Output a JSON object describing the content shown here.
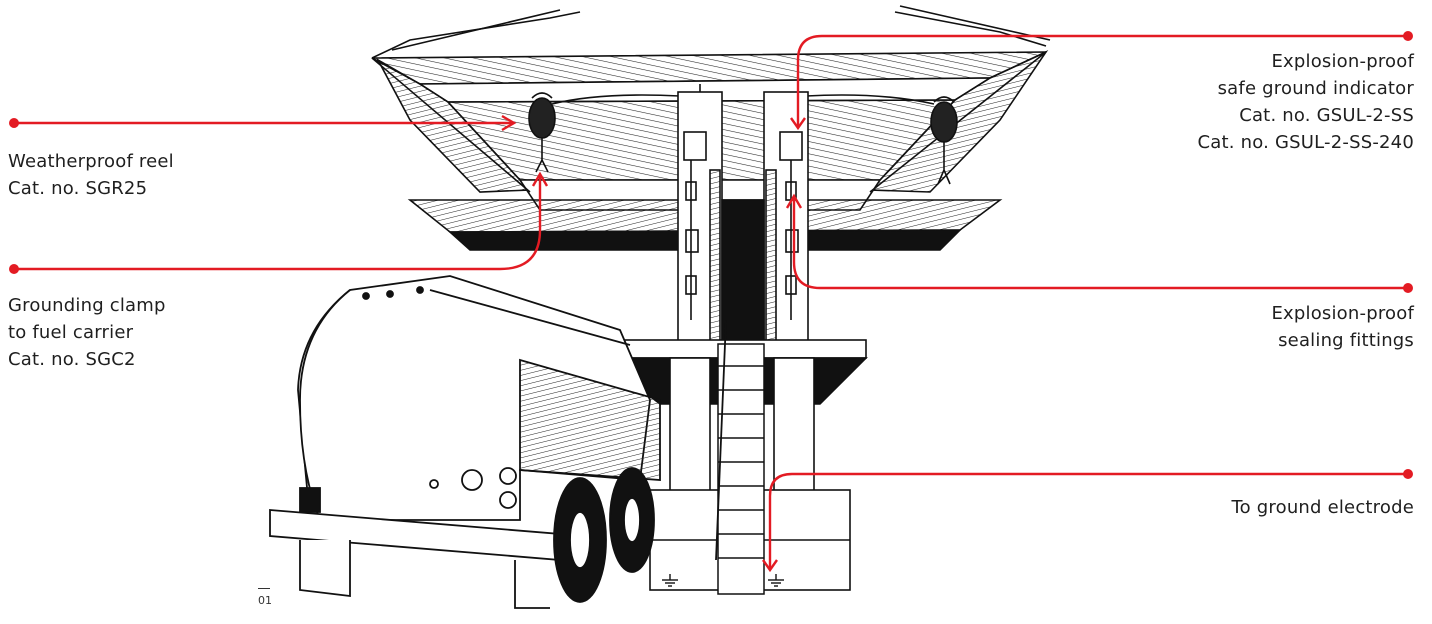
{
  "accent_color": "#e31b23",
  "figure_number": "01",
  "labels": {
    "reel": [
      "Weatherproof reel",
      "Cat. no. SGR25"
    ],
    "clamp": [
      "Grounding clamp",
      "to fuel carrier",
      "Cat. no. SGC2"
    ],
    "indicator": [
      "Explosion-proof",
      "safe ground indicator",
      "Cat. no. GSUL-2-SS",
      "Cat. no. GSUL-2-SS-240"
    ],
    "fittings": [
      "Explosion-proof",
      "sealing fittings"
    ],
    "electrode": [
      "To ground electrode"
    ]
  },
  "icons": [
    "ground-symbol-icon",
    "arrow-head-icon",
    "callout-dot-icon"
  ]
}
